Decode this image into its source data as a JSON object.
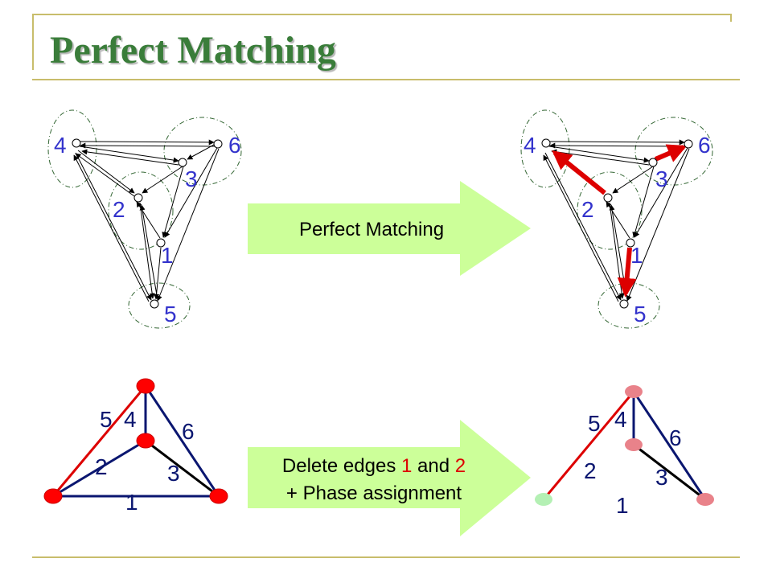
{
  "title": "Perfect Matching",
  "colors": {
    "title": "#3a7d3a",
    "rule": "#c8bd6b",
    "arrow_fill": "#ccff99",
    "label_blue": "#3333cc",
    "edge_red": "#dd0000",
    "edge_navy": "#0a1670",
    "node_red": "#ff0000",
    "node_pink": "#e9828a",
    "node_green": "#b4f0b4"
  },
  "arrows": {
    "top_label": "Perfect Matching",
    "bottom": {
      "prefix": "Delete edges ",
      "edge_a": "1",
      "middle": " and ",
      "edge_b": "2",
      "line2": "+ Phase assignment"
    }
  },
  "graph_left": {
    "nodes": [
      "4",
      "6",
      "3",
      "2",
      "1",
      "5"
    ]
  },
  "graph_right": {
    "nodes": [
      "4",
      "6",
      "3",
      "2",
      "1",
      "5"
    ],
    "matched_pairs": [
      [
        "2",
        "4"
      ],
      [
        "3",
        "6"
      ],
      [
        "1",
        "5"
      ]
    ]
  },
  "triangle_left": {
    "edges": [
      "1",
      "2",
      "3",
      "4",
      "5",
      "6"
    ],
    "node_color": "red"
  },
  "triangle_right": {
    "edges": [
      "1",
      "2",
      "3",
      "4",
      "5",
      "6"
    ],
    "deleted_edges": [
      "1",
      "2"
    ]
  }
}
